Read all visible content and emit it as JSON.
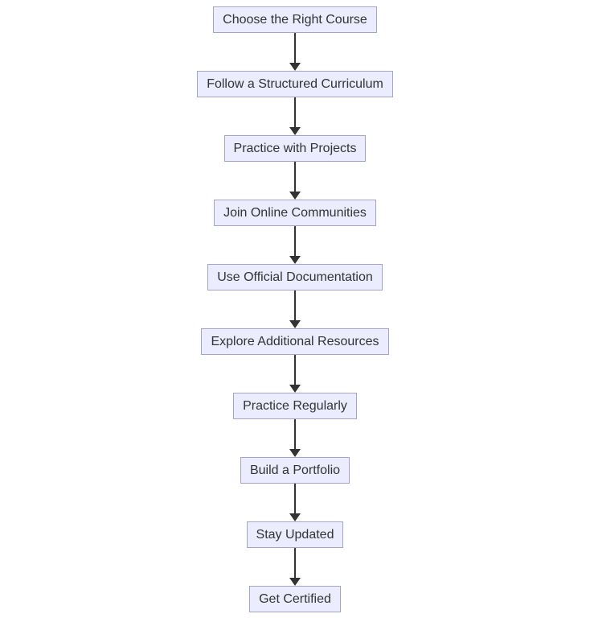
{
  "diagram": {
    "type": "flowchart-top-down",
    "nodes": [
      {
        "label": "Choose the Right Course"
      },
      {
        "label": "Follow a Structured Curriculum"
      },
      {
        "label": "Practice with Projects"
      },
      {
        "label": "Join Online Communities"
      },
      {
        "label": "Use Official Documentation"
      },
      {
        "label": "Explore Additional Resources"
      },
      {
        "label": "Practice Regularly"
      },
      {
        "label": "Build a Portfolio"
      },
      {
        "label": "Stay Updated"
      },
      {
        "label": "Get Certified"
      }
    ],
    "edges": [
      {
        "from": 0,
        "to": 1
      },
      {
        "from": 1,
        "to": 2
      },
      {
        "from": 2,
        "to": 3
      },
      {
        "from": 3,
        "to": 4
      },
      {
        "from": 4,
        "to": 5
      },
      {
        "from": 5,
        "to": 6
      },
      {
        "from": 6,
        "to": 7
      },
      {
        "from": 7,
        "to": 8
      },
      {
        "from": 8,
        "to": 9
      }
    ],
    "colors": {
      "background": "#FFFFFF",
      "node_fill": "#ECECFF",
      "node_border": "#A3A3CE",
      "node_text": "#333333",
      "arrow": "#333333"
    }
  }
}
